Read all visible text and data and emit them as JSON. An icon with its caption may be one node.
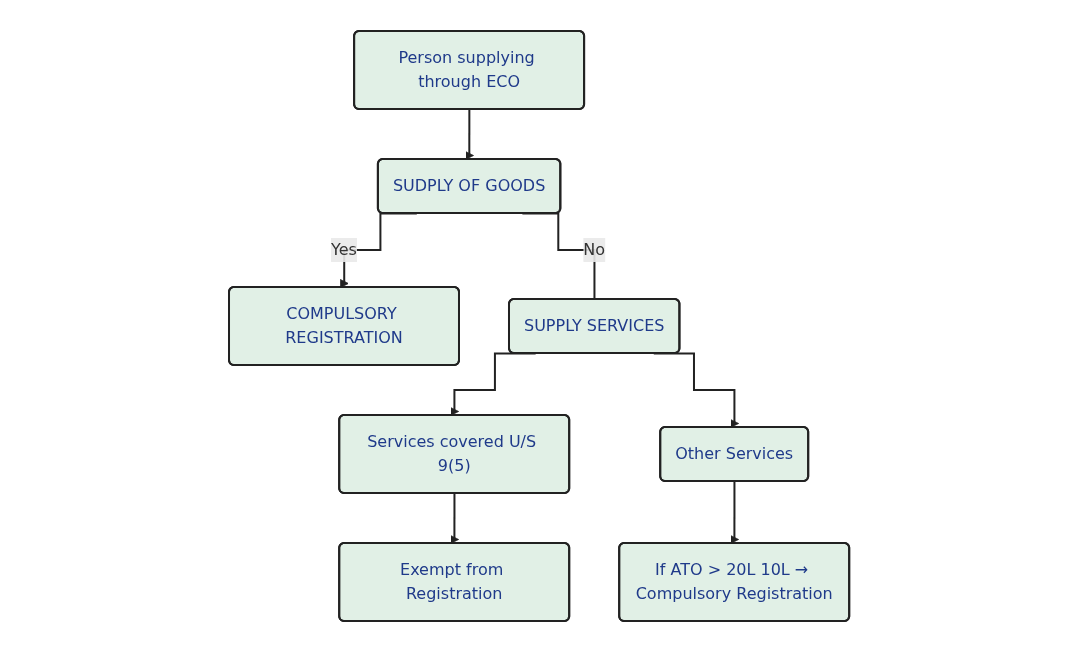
{
  "diagram": {
    "nodes": [
      {
        "text": [
          "Person supplying through ECO"
        ]
      },
      {
        "text": [
          "SUDPLY OF GOODS"
        ]
      },
      {
        "text": [
          "COMPULSORY REGISTRATION"
        ]
      },
      {
        "text": [
          "SUPPLY SERVICES"
        ]
      },
      {
        "text": [
          "Services covered U/S 9(5)"
        ]
      },
      {
        "text": [
          "Other Services"
        ]
      },
      {
        "text": [
          "Exempt from Registration"
        ]
      },
      {
        "text": [
          "If ATO > 20L 10L → Compulsory Registration"
        ]
      }
    ],
    "edges": [
      {
        "from": 0,
        "to": 1,
        "arrow": "to"
      },
      {
        "from": 1,
        "to": 2,
        "arrow": "to",
        "label": "Yes"
      },
      {
        "from": 1,
        "to": 3,
        "arrow": "none",
        "label": "No"
      },
      {
        "from": 3,
        "to": 4,
        "arrow": "to"
      },
      {
        "from": 3,
        "to": 5,
        "arrow": "to"
      },
      {
        "from": 4,
        "to": 6,
        "arrow": "to"
      },
      {
        "from": 5,
        "to": 7,
        "arrow": "to"
      }
    ]
  }
}
